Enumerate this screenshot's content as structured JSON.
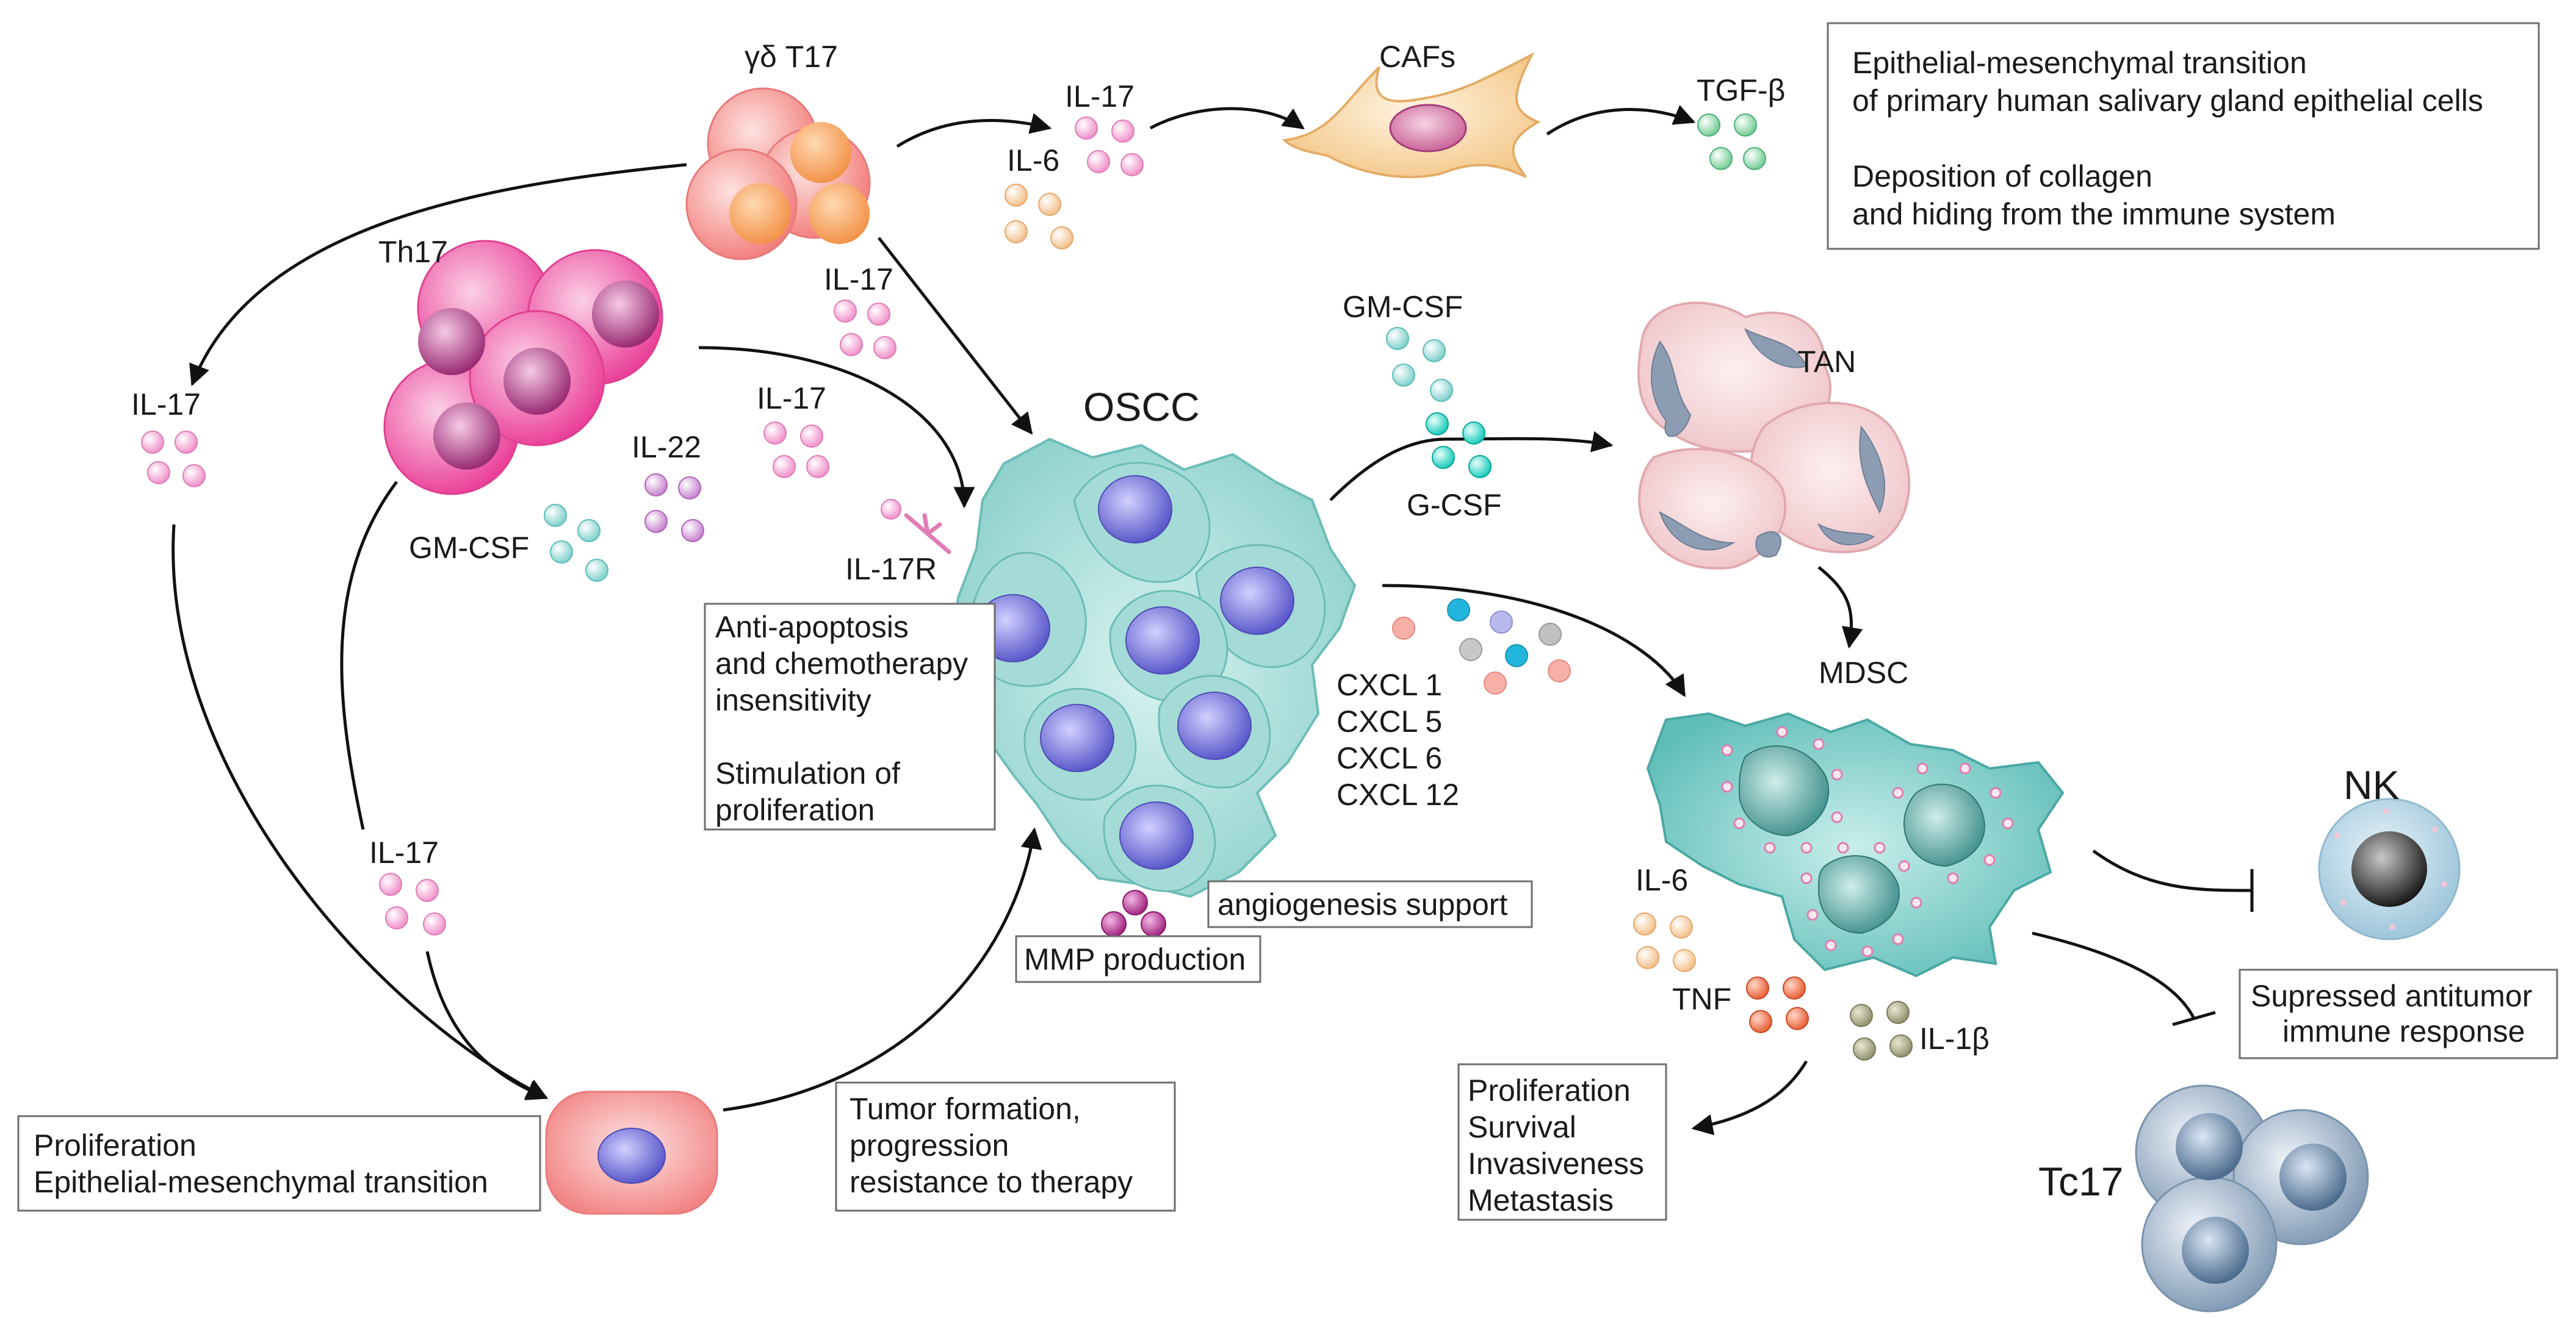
{
  "cells": {
    "gd_t17": "γδ T17",
    "th17": "Th17",
    "oscc": "OSCC",
    "cafs": "CAFs",
    "tan": "TAN",
    "mdsc": "MDSC",
    "nk": "NK",
    "tc17": "Tc17"
  },
  "cytokines": {
    "il17_gd": "IL-17",
    "il6_gd": "IL-6",
    "il17_gd_down": "IL-17",
    "tgfb": "TGF-β",
    "il17_left": "IL-17",
    "il17_th": "IL-17",
    "il22": "IL-22",
    "gmcsf_th": "GM-CSF",
    "il17_bottom": "IL-17",
    "il17r": "IL-17R",
    "gmcsf_tan": "GM-CSF",
    "gcsf": "G-CSF",
    "cxcl1": "CXCL 1",
    "cxcl5": "CXCL 5",
    "cxcl6": "CXCL 6",
    "cxcl12": "CXCL 12",
    "il6_mdsc": "IL-6",
    "tnf": "TNF",
    "il1b": "IL-1β"
  },
  "boxes": {
    "caf_effects": [
      "Epithelial-mesenchymal transition",
      "of primary human salivary gland epithelial cells",
      "",
      "Deposition of collagen",
      "and hiding from the immune system"
    ],
    "oscc_effects": [
      "Anti-apoptosis",
      "and chemotherapy",
      "insensitivity",
      "",
      "Stimulation of",
      "proliferation"
    ],
    "angiogenesis": [
      "angiogenesis support"
    ],
    "mmp": [
      "MMP production"
    ],
    "tumor": [
      "Tumor formation,",
      "progression",
      "resistance to therapy"
    ],
    "epithelial": [
      "Proliferation",
      "Epithelial-mesenchymal transition"
    ],
    "nk_effect": [
      "Supressed antitumor",
      "immune response"
    ],
    "mdsc_effects": [
      "Proliferation",
      "Survival",
      "Invasiveness",
      "Metastasis"
    ]
  },
  "colors": {
    "il17": "#f4a6d4",
    "il6": "#f8d2a8",
    "tgfb": "#8fd6a6",
    "il22": "#d8a2de",
    "gmcsf": "#a8e2e0",
    "gcsf": "#29d9c8",
    "oscc": "#a6dcd8",
    "nucleus": "#7c79d8",
    "th17": "#ee5aa8",
    "gd_t17": "#f49c9a",
    "caf": "#f8d9a8",
    "tan": "#f6d8dc",
    "mdsc": "#7cc8c4",
    "nk": "#b8d6e4",
    "tc17": "#9aaec4",
    "tnf": "#f07850",
    "il1b": "#a8a888",
    "mmp": "#c03c9c"
  }
}
